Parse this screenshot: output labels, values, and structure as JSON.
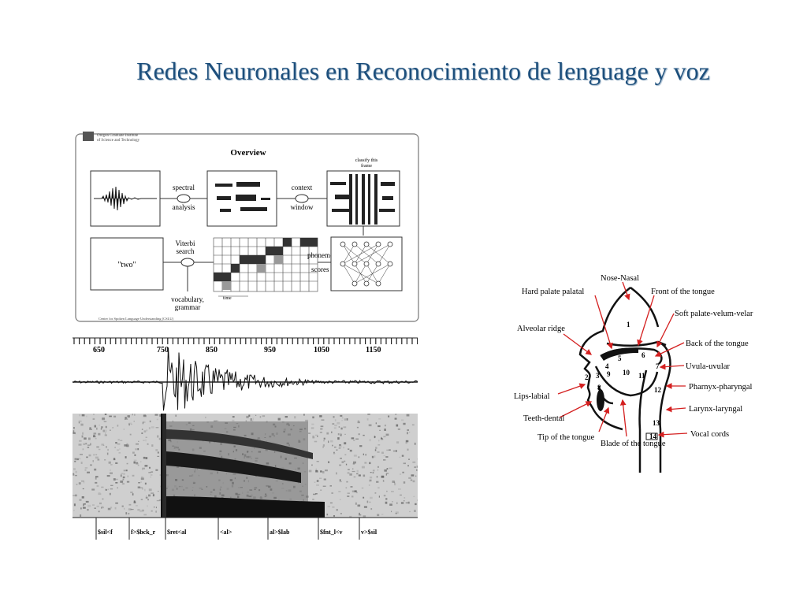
{
  "slide": {
    "title": "Redes Neuronales en Reconocimiento de lenguage y voz"
  },
  "overview": {
    "heading": "Overview",
    "institute_line1": "Oregon Graduate Institute",
    "institute_line2": "of Science and Technology",
    "spectral_label_1": "spectral",
    "spectral_label_2": "analysis",
    "context_label_1": "context",
    "context_label_2": "window",
    "classify_label_1": "classify this",
    "classify_label_2": "frame",
    "viterbi_label_1": "Viterbi",
    "viterbi_label_2": "search",
    "two_label": "\"two\"",
    "phoneme_label_1": "phoneme",
    "phoneme_label_2": "scores",
    "vocab_label_1": "vocabulary,",
    "vocab_label_2": "grammar",
    "time_label": "time",
    "footer": "Center for Spoken Language Understanding (CSLU)"
  },
  "speech": {
    "ticks": [
      "650",
      "750",
      "850",
      "950",
      "1050",
      "1150"
    ],
    "segments": [
      "$sil<f",
      "f>$bck_r",
      "$ret<al",
      "<al>",
      "al>$lab",
      "$fnt_l<v",
      "v>$sil"
    ]
  },
  "anatomy": {
    "labels": {
      "nose": "Nose-Nasal",
      "hard_palate": "Hard palate palatal",
      "front_tongue": "Front of the tongue",
      "soft_palate": "Soft palate-velum-velar",
      "alveolar": "Alveolar ridge",
      "back_tongue": "Back of the tongue",
      "uvula": "Uvula-uvular",
      "lips": "Lips-labial",
      "pharynx": "Pharnyx-pharyngal",
      "teeth": "Teeth-dental",
      "larynx": "Larynx-laryngal",
      "tip_tongue": "Tip of the tongue",
      "blade_tongue": "Blade of the tongue",
      "vocal_cords": "Vocal cords"
    },
    "numbers": [
      "1",
      "2",
      "3",
      "4",
      "5",
      "6",
      "7",
      "8",
      "9",
      "10",
      "11",
      "12",
      "13",
      "14"
    ]
  },
  "colors": {
    "title": "#1d4f7c",
    "arrows": "#d42020"
  }
}
